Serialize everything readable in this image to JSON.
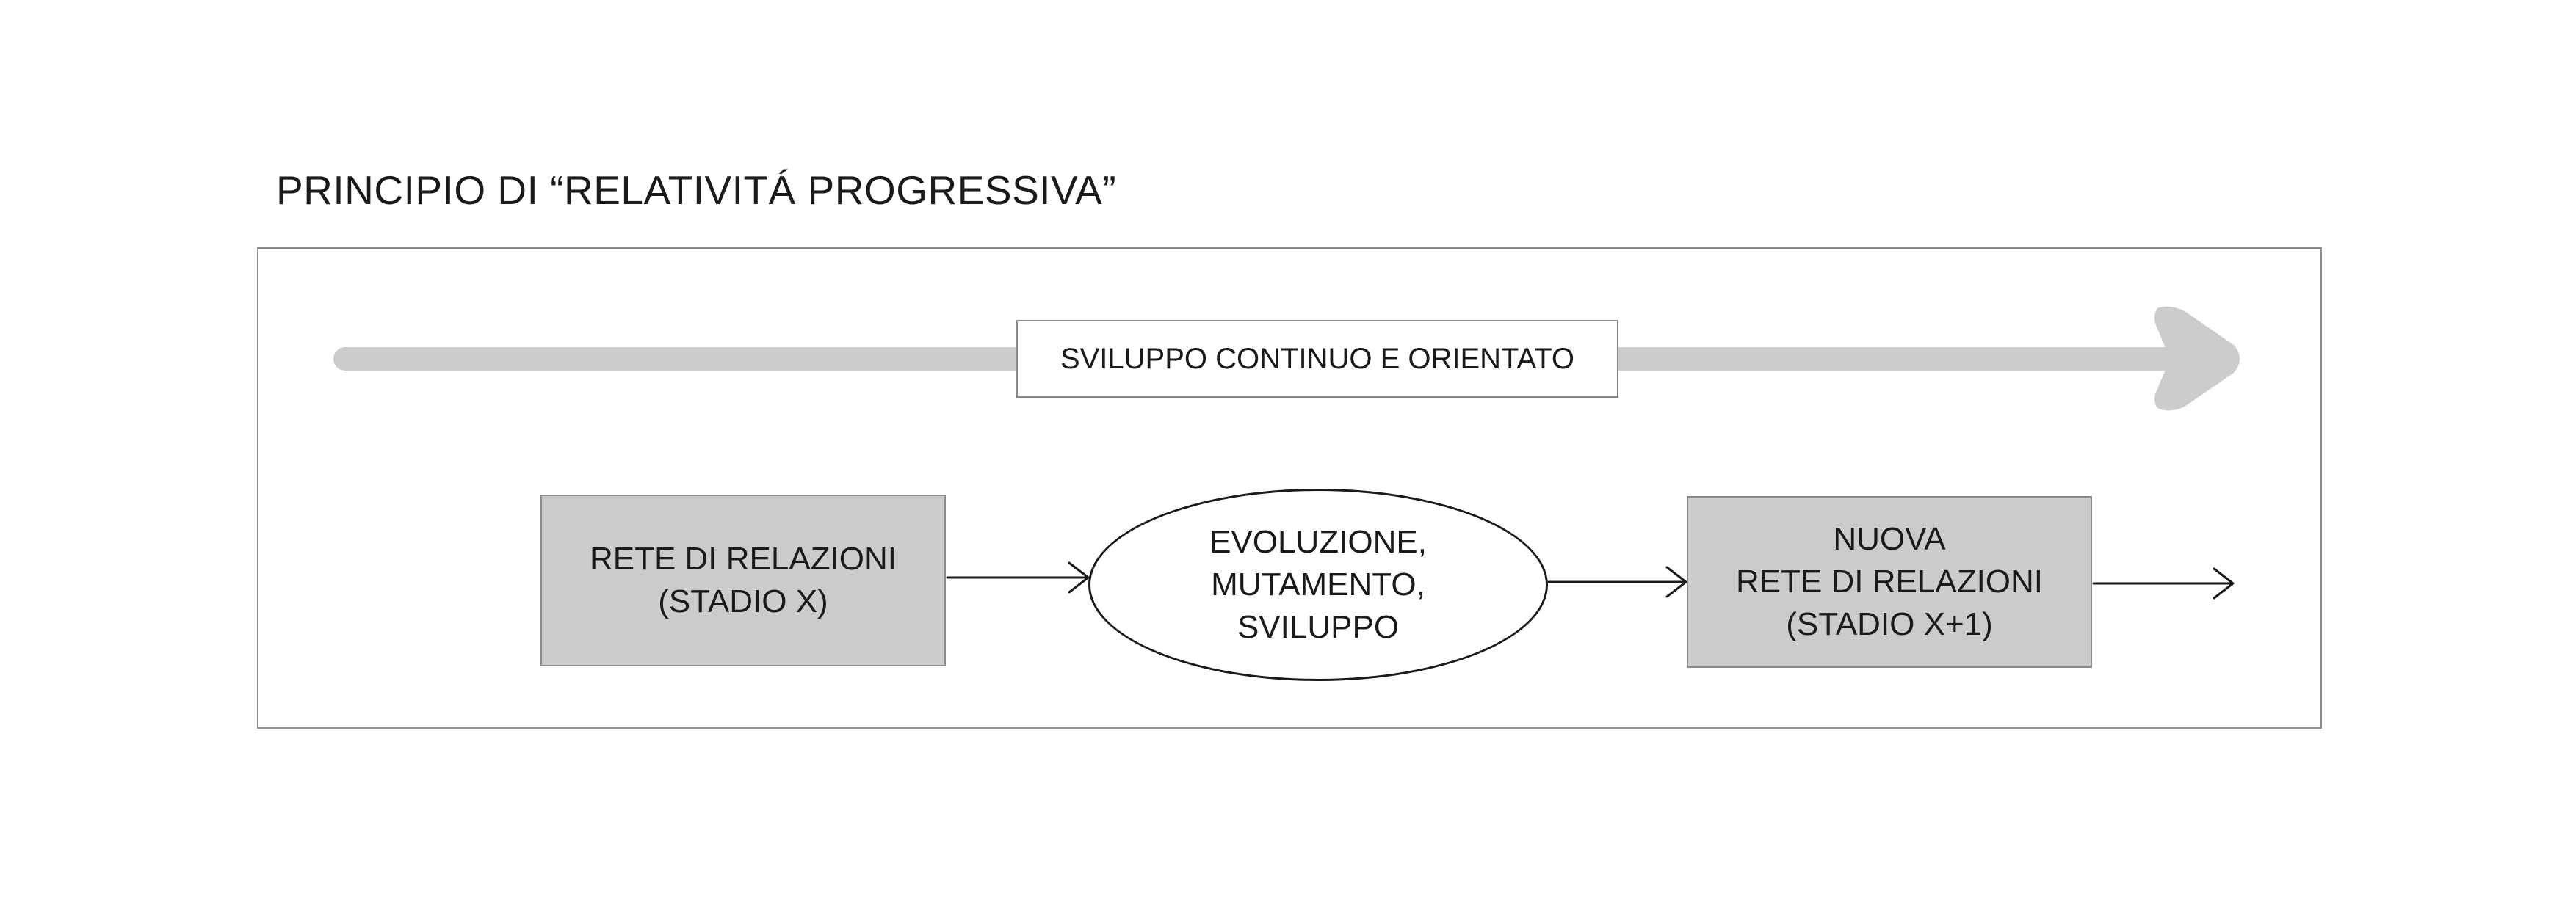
{
  "title": "PRINCIPIO DI “RELATIVITÁ PROGRESSIVA”",
  "timeline": {
    "label": "SVILUPPO CONTINUO E ORIENTATO",
    "color": "#cccccc"
  },
  "nodes": {
    "stage_x": {
      "line1": "RETE DI RELAZIONI",
      "line2": "(STADIO X)"
    },
    "process": {
      "line1": "EVOLUZIONE,",
      "line2": "MUTAMENTO,",
      "line3": "SVILUPPO"
    },
    "stage_x1": {
      "line1": "NUOVA",
      "line2": "RETE DI RELAZIONI",
      "line3": "(STADIO X+1)"
    }
  },
  "colors": {
    "node_fill": "#cbcbcb",
    "border": "#8a8a8a",
    "text": "#1a1a1a"
  }
}
